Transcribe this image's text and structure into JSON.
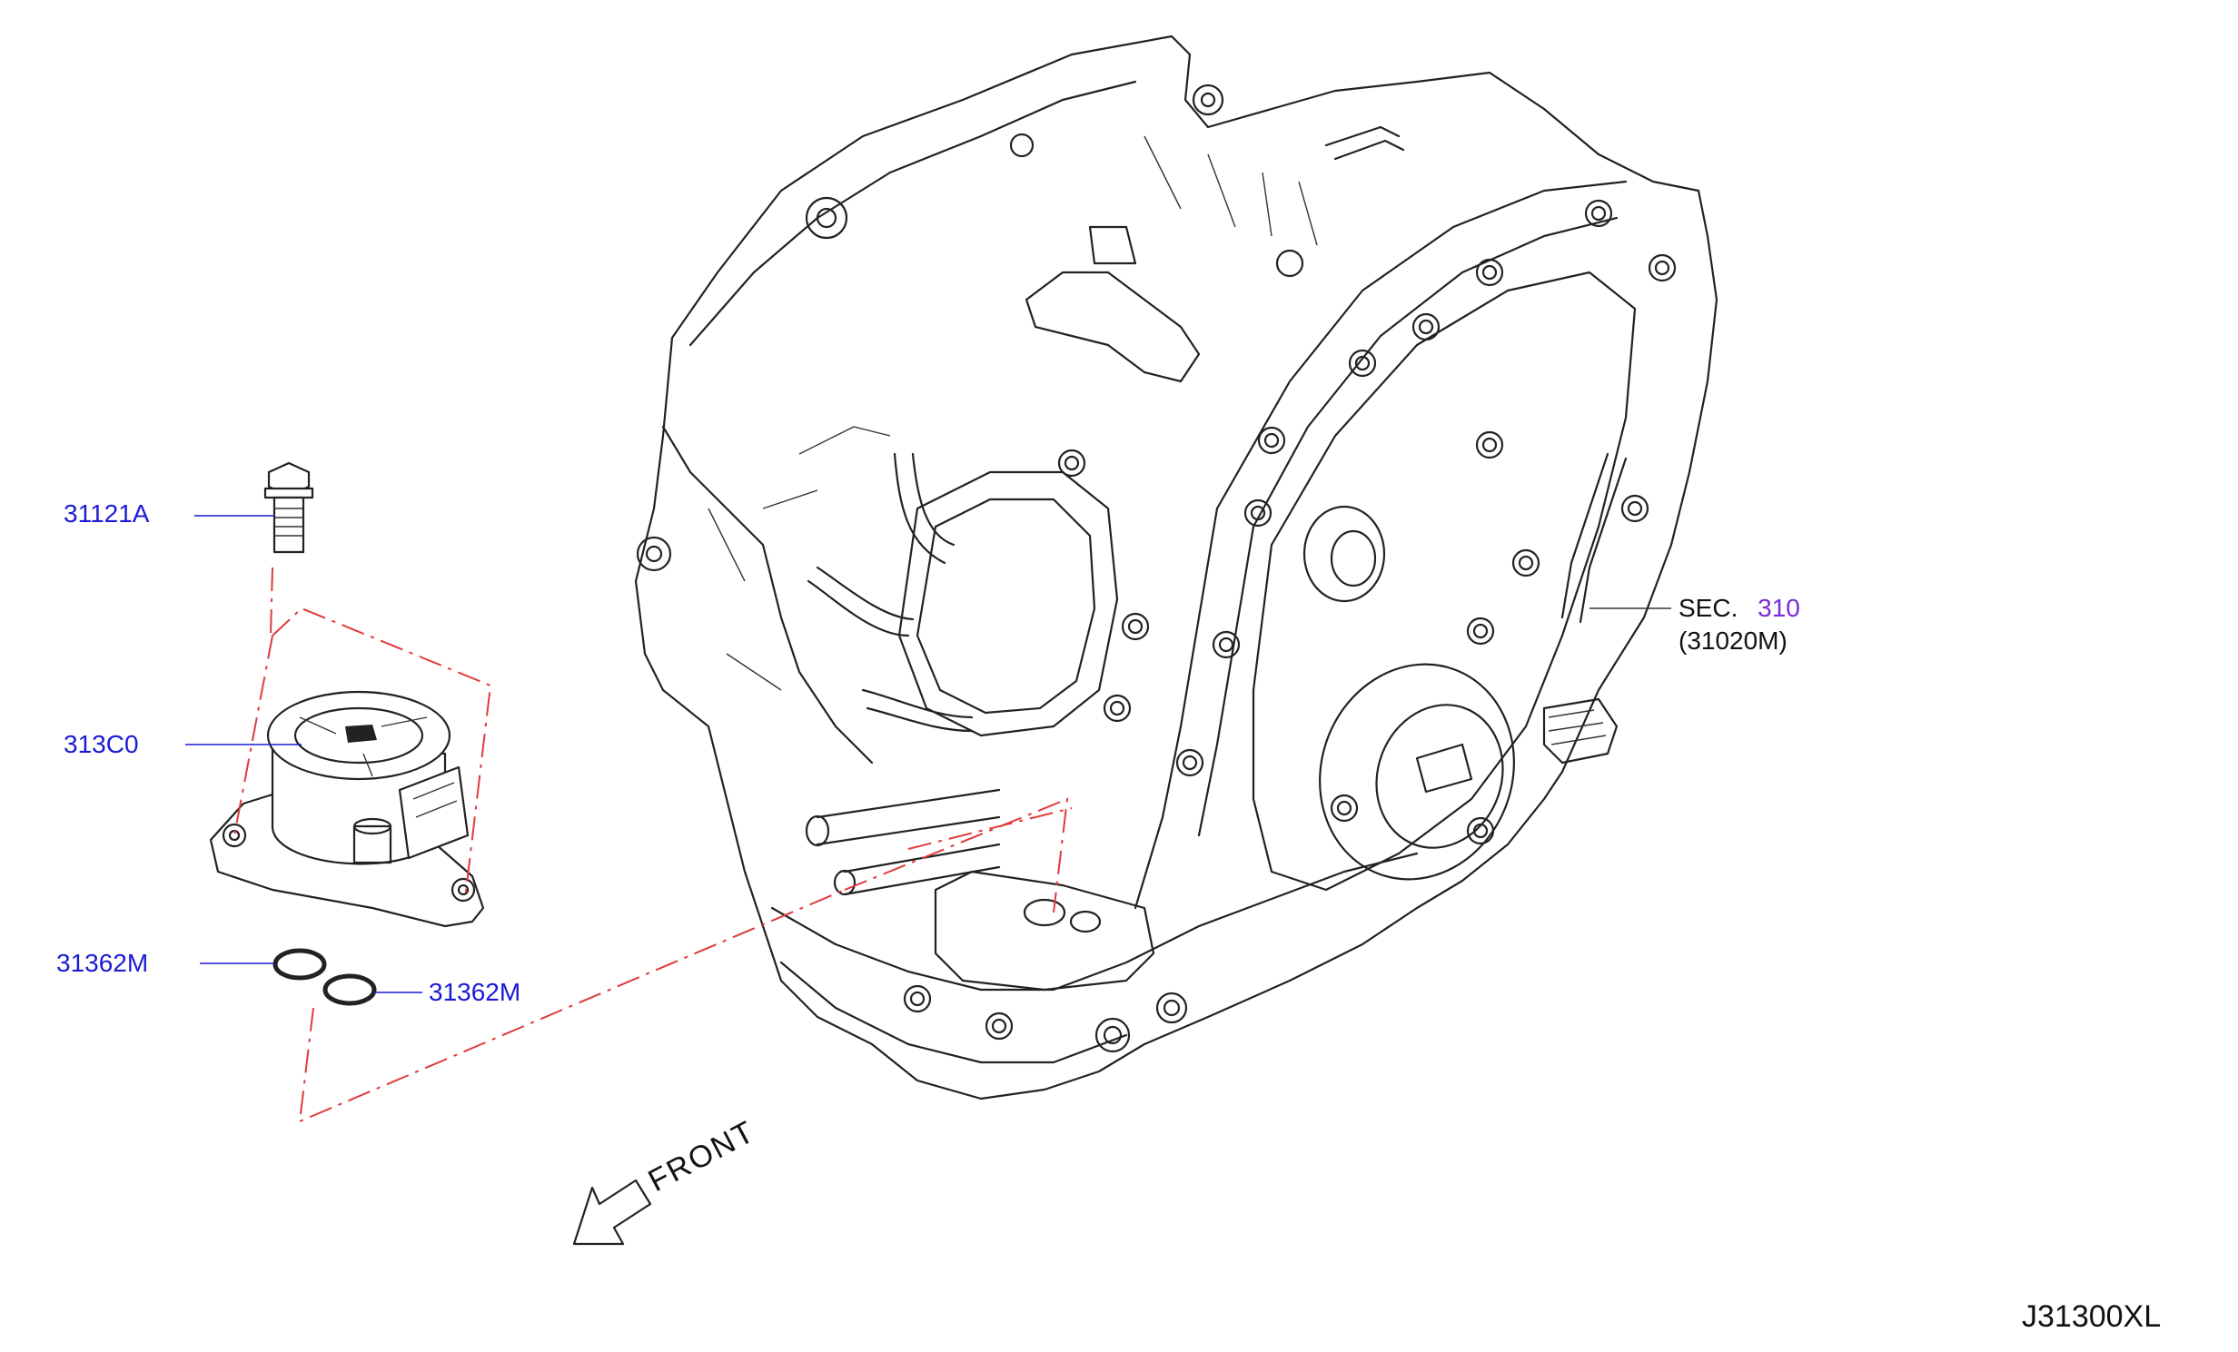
{
  "diagram_code": "J31300XL",
  "direction_label": "FRONT",
  "parts": [
    {
      "number": "31121A",
      "item": "bolt"
    },
    {
      "number": "313C0",
      "item": "solenoid"
    },
    {
      "number": "31362M",
      "item": "o-ring-left"
    },
    {
      "number": "31362M",
      "item": "o-ring-right"
    }
  ],
  "section_reference": {
    "prefix": "SEC.",
    "number": "310",
    "sub_code": "(31020M)"
  },
  "colors": {
    "part_label": "#1a1ad6",
    "section_number": "#7a2bd6",
    "dash_line": "#e03a3a",
    "outline": "#222222"
  }
}
